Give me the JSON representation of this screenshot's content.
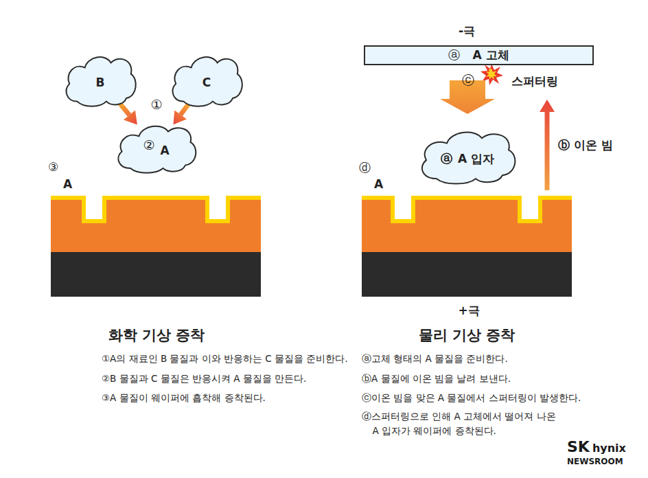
{
  "diagram": {
    "nodes": [
      {
        "text": [
          "B"
        ]
      },
      {
        "text": [
          "C"
        ]
      },
      {
        "text": [
          "②",
          "A"
        ]
      },
      {
        "text": [
          "③",
          "A"
        ]
      },
      {
        "text": [
          "ⓐ",
          "A 고체"
        ]
      },
      {
        "text": [
          "ⓐ",
          "A 입자"
        ]
      },
      {
        "text": [
          "ⓓ",
          "A"
        ]
      }
    ],
    "edges": [
      {
        "from": 0,
        "to": 2,
        "arrow": "to"
      },
      {
        "from": 1,
        "to": 2,
        "arrow": "to"
      },
      {
        "from": 4,
        "to": 5,
        "arrow": "to"
      },
      {
        "from": 6,
        "to": 4,
        "arrow": "to",
        "label": "ⓑ 이온 빔"
      }
    ],
    "labels": [
      "①",
      "-극",
      "ⓒ",
      "스퍼터링",
      "+극",
      "화학 기상 증착",
      "①A의 재료인 B 물질과 이와 반응하는 C 물질을 준비한다.",
      "②B 물질과 C 물질은 반응시켜 A 물질을 만든다.",
      "③A 물질이 웨이퍼에 흡착해 증착된다.",
      "물리 기상 증착",
      "ⓐ고체 형태의 A 물질을 준비한다.",
      "ⓑA 물질에 이온 빔을 날려 보낸다.",
      "ⓒ이온 빔을 맞은 A 물질에서 스퍼터링이 발생한다.",
      "ⓓ스퍼터링으로 인해 A 고체에서 떨어져 나온 A 입자가 웨이퍼에 증착된다.",
      "SK",
      "hynix",
      "NEWSROOM"
    ]
  }
}
